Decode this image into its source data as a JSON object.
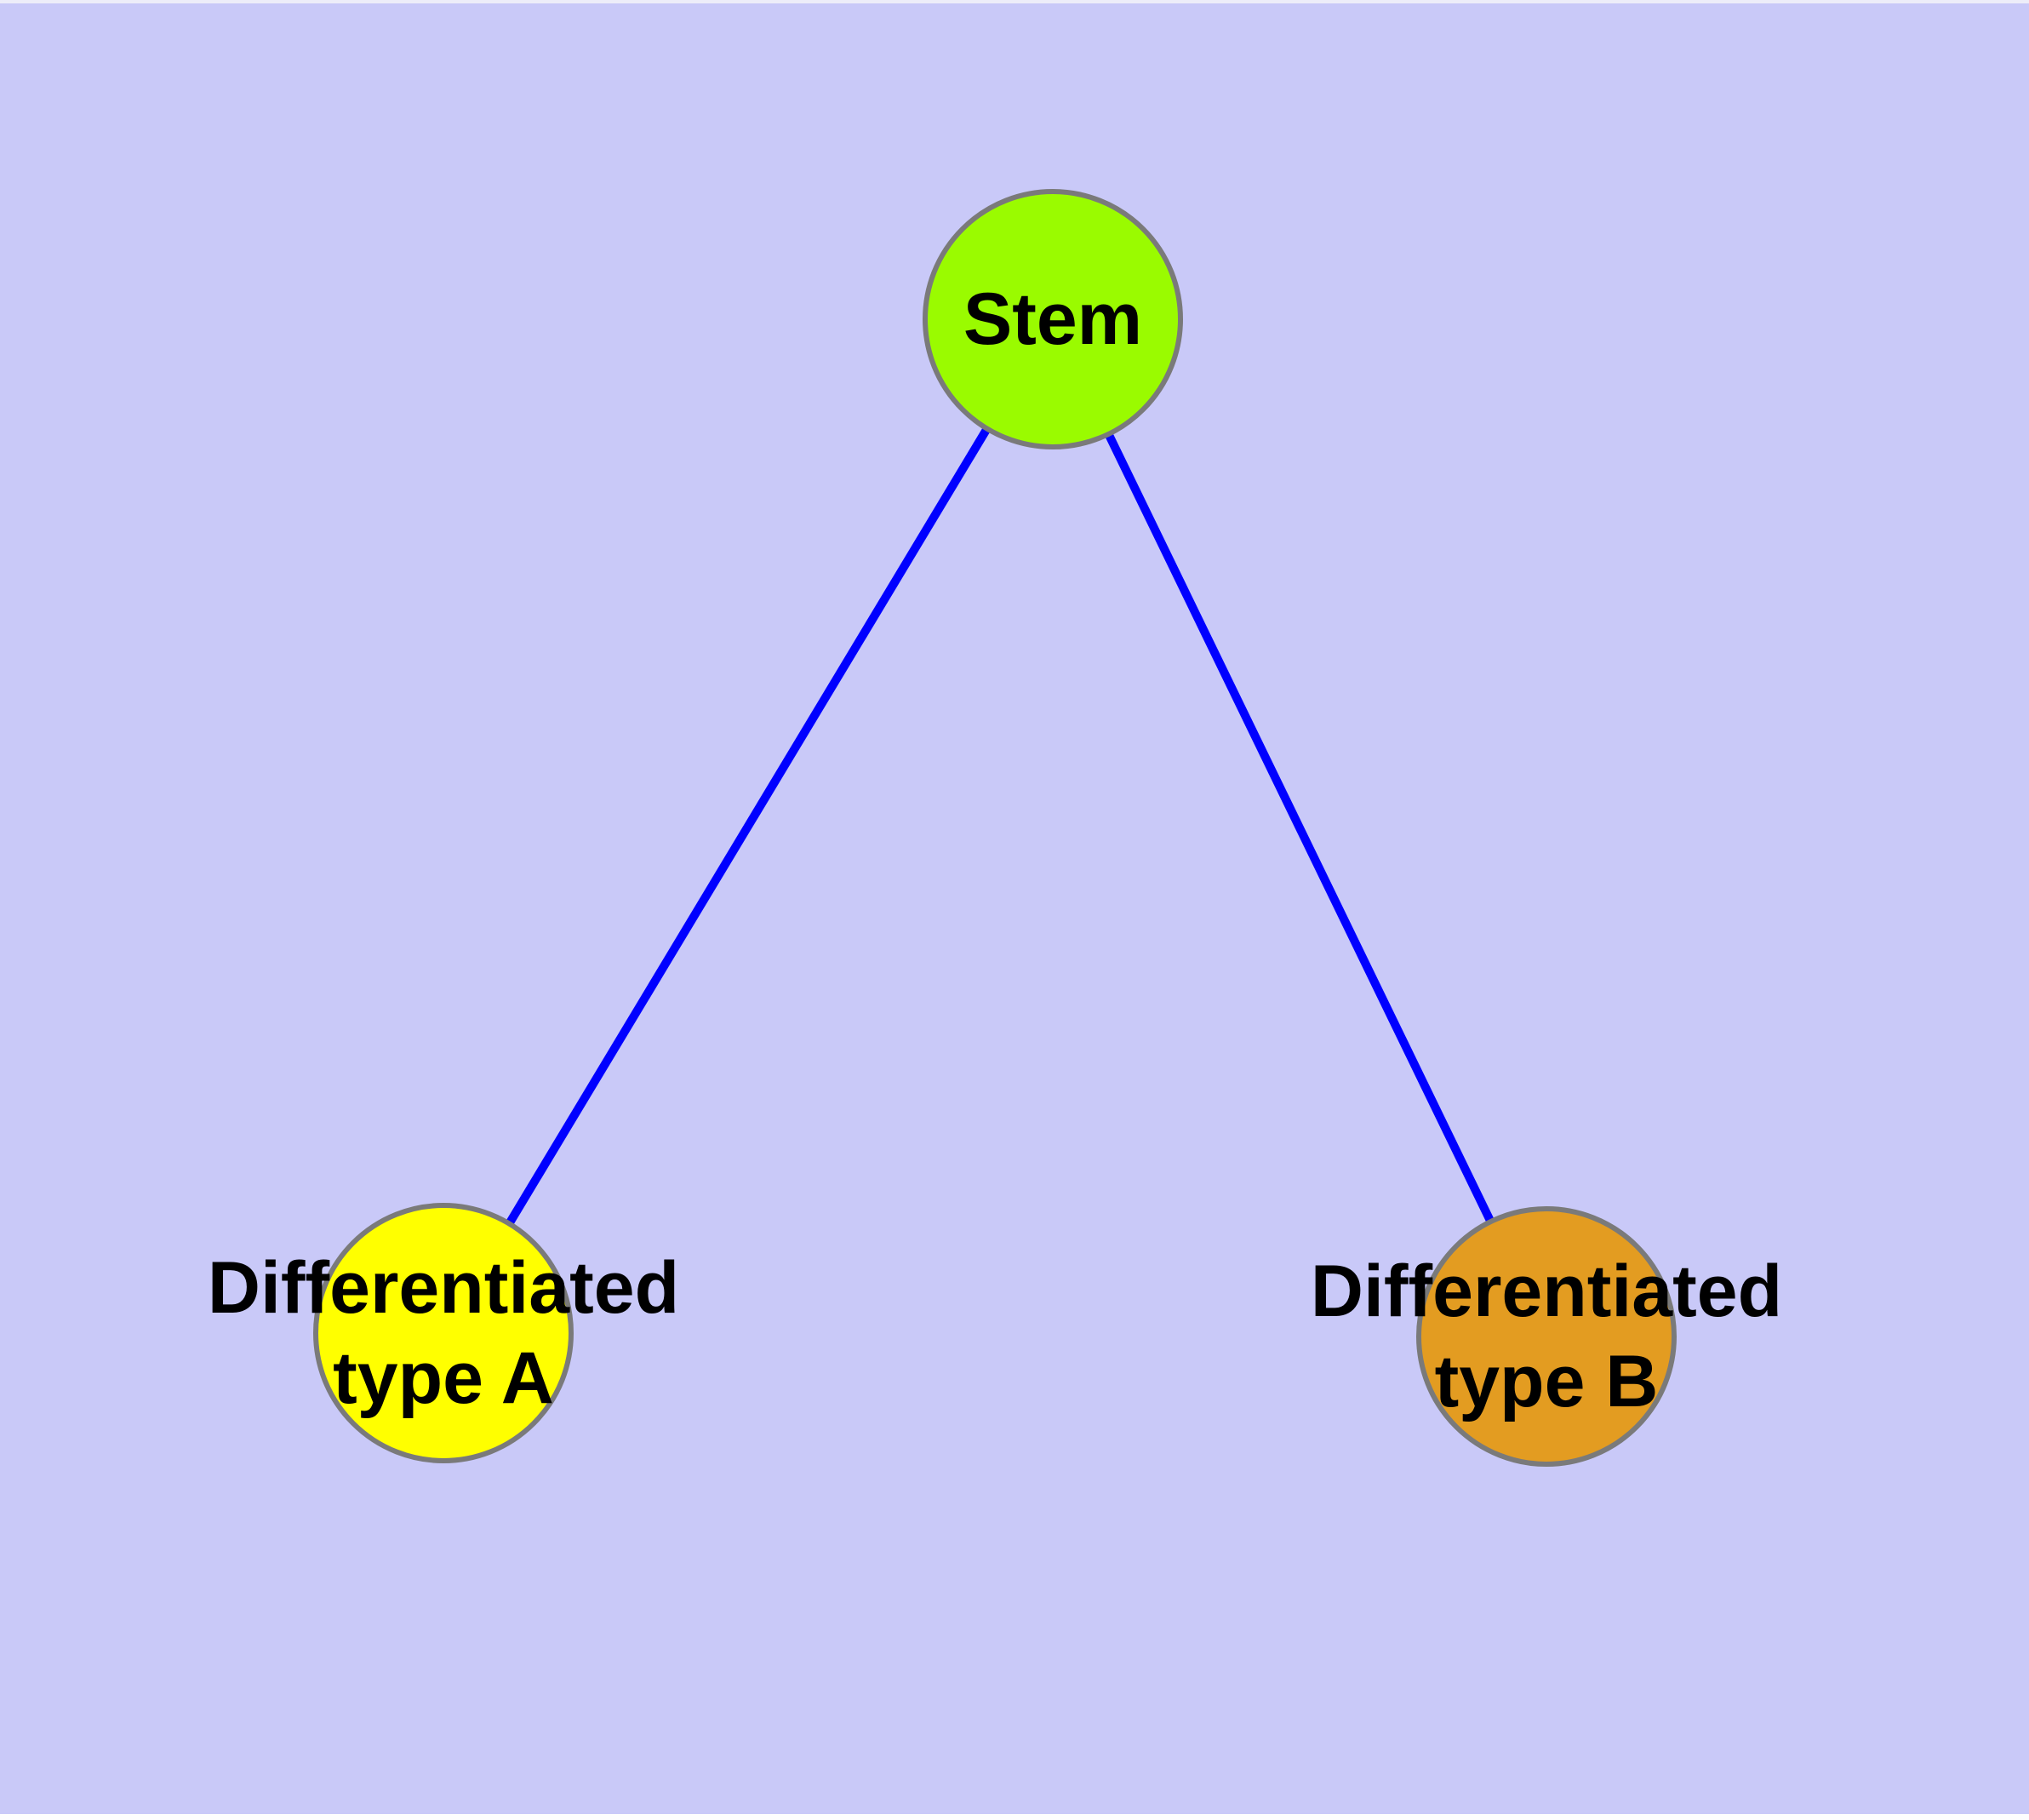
{
  "diagram": {
    "background_color": "#C9C9F8",
    "edge_color": "#0000FF",
    "node_border_color": "#7A7A7A",
    "nodes": {
      "stem": {
        "label": "Stem",
        "fill": "#9AFB00"
      },
      "type_a": {
        "label_line1": "Differentiated",
        "label_line2": "type A",
        "fill": "#FFFF00"
      },
      "type_b": {
        "label_line1": "Differentiated",
        "label_line2": "type B",
        "fill": "#E39C21"
      }
    },
    "edges": [
      {
        "from": "Stem",
        "to": "Differentiated type A"
      },
      {
        "from": "Stem",
        "to": "Differentiated type B"
      }
    ]
  }
}
